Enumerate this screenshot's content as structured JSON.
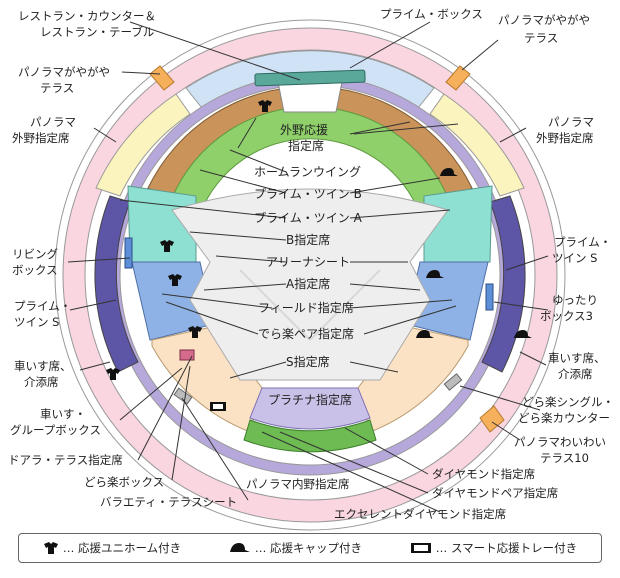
{
  "labels": {
    "restaurant": [
      "レストラン・カウンター＆",
      "レストラン・テーブル"
    ],
    "prime_box": "プライム・ボックス",
    "panorama_yagaya_l": [
      "パノラマがやがや",
      "テラス"
    ],
    "panorama_yagaya_r": [
      "パノラマがやがや",
      "テラス"
    ],
    "panorama_outfield_l": [
      "パノラマ",
      "外野指定席"
    ],
    "panorama_outfield_r": [
      "パノラマ",
      "外野指定席"
    ],
    "living_box": [
      "リビング",
      "ボックス"
    ],
    "prime_twin_s_l": [
      "プライム・",
      "ツイン S"
    ],
    "prime_twin_s_r": [
      "プライム・",
      "ツイン S"
    ],
    "wheelchair_l": [
      "車いす席、",
      "介添席"
    ],
    "wheelchair_r": [
      "車いす席、",
      "介添席"
    ],
    "wheelchair_group": [
      "車いす・",
      "グループボックス"
    ],
    "yuttari_box": [
      "ゆったり",
      "ボックス3"
    ],
    "doraraku_single": [
      "どら楽シングル・",
      "どら楽カウンター"
    ],
    "panorama_waiwai": [
      "パノラマわいわい",
      "テラス10"
    ],
    "doara_terrace": "ドアラ・テラス指定席",
    "doraraku_box": "どら楽ボックス",
    "variety_terrace": "バラエティ・テラスシート",
    "panorama_infield": "パノラマ内野指定席",
    "diamond": "ダイヤモンド指定席",
    "diamond_pair": "ダイヤモンドペア指定席",
    "excellent_diamond": "エクセレントダイヤモンド指定席",
    "outfield_ouen": [
      "外野応援",
      "指定席"
    ],
    "home_run_wing": "ホームランウイング",
    "prime_twin_b": "プライム・ツイン B",
    "prime_twin_a": "プライム・ツイン A",
    "b_seat": "B指定席",
    "arena_seat": "アリーナシート",
    "a_seat": "A指定席",
    "field_seat": "フィールド指定席",
    "deraraku_pair": "でら楽ペア指定席",
    "s_seat": "S指定席",
    "platinum_seat": "プラチナ指定席"
  },
  "legend": {
    "uniform": "… 応援ユニホーム付き",
    "cap": "… 応援キャップ付き",
    "tray": "… スマート応援トレー付き"
  },
  "icons": [
    "uniform-icon",
    "cap-icon",
    "tray-icon"
  ],
  "colors": {
    "pink_ring": "#f9d6e0",
    "yellow": "#fcf4bf",
    "light_blue": "#cfe2f6",
    "purple": "#b7a8dc",
    "navy": "#5d55a6",
    "brown": "#c9935a",
    "green": "#8fd06a",
    "mint": "#8de0d2",
    "blue": "#8fb2e6",
    "peach": "#fbe2c4",
    "lavender": "#c9c1e8",
    "infield_green": "#6dbb52",
    "field": "#eeeeee",
    "orange": "#f6b05c",
    "teal": "#5aa89a"
  }
}
